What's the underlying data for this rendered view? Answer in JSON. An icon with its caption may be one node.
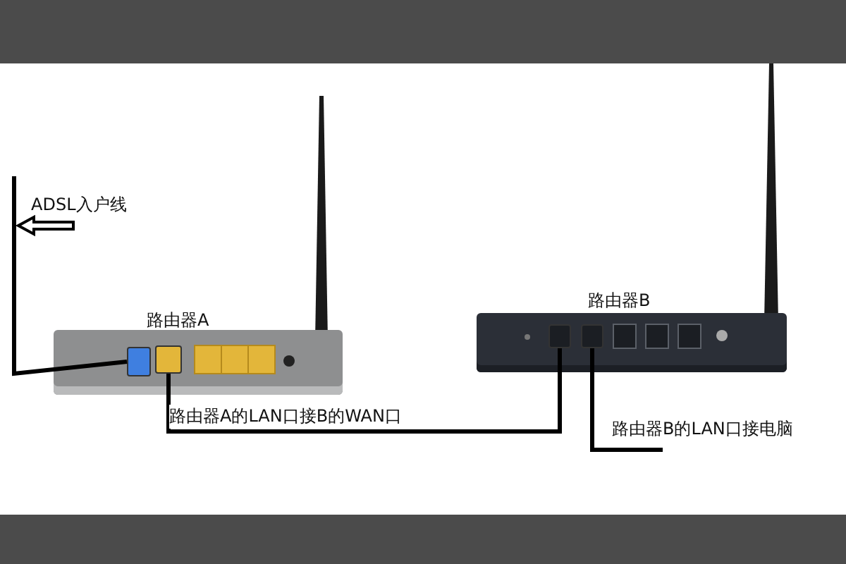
{
  "diagram": {
    "nodes": [
      {
        "text": [
          "路由器A"
        ]
      },
      {
        "text": [
          "路由器B"
        ]
      },
      {
        "text": [],
        "shape": "box",
        "in": 0
      },
      {
        "text": [],
        "shape": "box",
        "in": 0
      },
      {
        "text": [],
        "shape": "box",
        "in": 1
      },
      {
        "text": [],
        "shape": "box",
        "in": 1
      }
    ],
    "edges": [
      {
        "from": null,
        "to": 2,
        "arrow": "none"
      },
      {
        "from": 3,
        "to": 4,
        "arrow": "none",
        "label": "路由器A的LAN口接B的WAN口"
      },
      {
        "from": 5,
        "to": null,
        "arrow": "none",
        "label": "路由器B的LAN口接电脑"
      }
    ],
    "labels": [
      "ADSL入户线"
    ]
  }
}
